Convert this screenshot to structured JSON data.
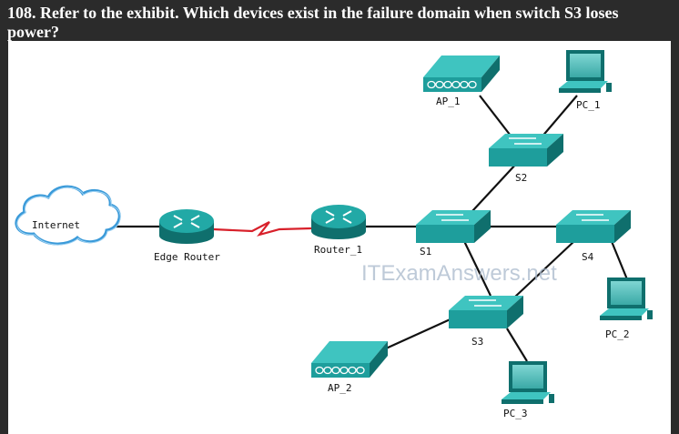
{
  "question": {
    "text": "108. Refer to the exhibit. Which devices exist in the failure domain when switch S3 loses power?"
  },
  "diagram": {
    "watermark": "ITExamAnswers.net",
    "labels": {
      "cloud": "Internet",
      "edge_router": "Edge Router",
      "router_1": "Router_1",
      "s1": "S1",
      "s2": "S2",
      "s3": "S3",
      "s4": "S4",
      "ap_1": "AP_1",
      "ap_2": "AP_2",
      "pc_1": "PC_1",
      "pc_2": "PC_2",
      "pc_3": "PC_3"
    },
    "colors": {
      "device_teal": "#1e9e9c",
      "device_dark": "#0f6f6d",
      "device_light": "#3fc4c0",
      "link_black": "#111111",
      "serial_red": "#d8202a",
      "cloud_edge": "#3a9ad9"
    }
  }
}
